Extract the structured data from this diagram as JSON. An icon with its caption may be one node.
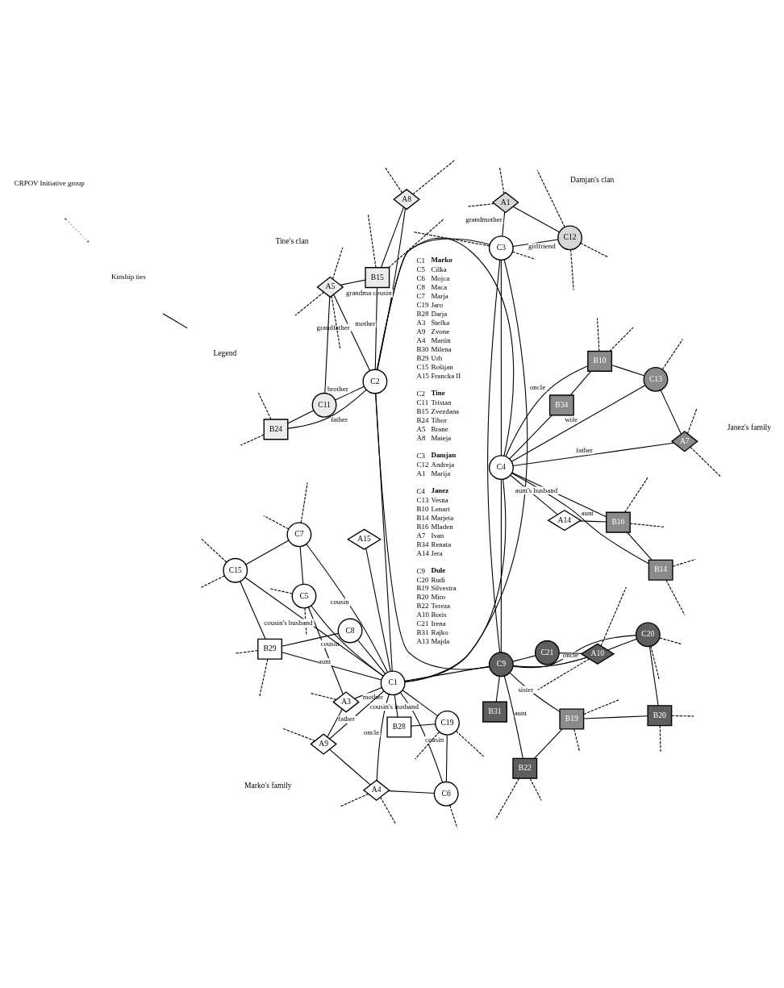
{
  "diagram": {
    "nodes": [
      {
        "text": [
          "A3"
        ]
      },
      {
        "text": [
          "A9"
        ]
      },
      {
        "text": [
          "A4"
        ]
      },
      {
        "text": [
          "C5"
        ]
      },
      {
        "text": [
          "C6"
        ]
      },
      {
        "text": [
          "C7"
        ]
      },
      {
        "text": [
          "C1"
        ]
      },
      {
        "text": [
          "C19"
        ]
      },
      {
        "text": [
          "C15"
        ]
      },
      {
        "text": [
          "B28"
        ]
      },
      {
        "text": [
          "B29"
        ]
      },
      {
        "text": [
          "A15"
        ]
      },
      {
        "text": [
          "C8"
        ]
      },
      {
        "text": [
          "A7"
        ]
      },
      {
        "text": [
          "B22"
        ]
      },
      {
        "text": [
          "C13"
        ]
      },
      {
        "text": [
          "C9"
        ]
      },
      {
        "text": [
          "C4"
        ]
      },
      {
        "text": [
          "B19"
        ]
      },
      {
        "text": [
          "B10"
        ]
      },
      {
        "text": [
          "B34"
        ]
      },
      {
        "text": [
          "B20"
        ]
      },
      {
        "text": [
          "C20"
        ]
      },
      {
        "text": [
          "B31"
        ]
      },
      {
        "text": [
          "B14"
        ]
      },
      {
        "text": [
          "A14"
        ]
      },
      {
        "text": [
          "B16"
        ]
      },
      {
        "text": [
          "A10"
        ]
      },
      {
        "text": [
          "C21"
        ]
      },
      {
        "text": [
          "C3"
        ]
      },
      {
        "text": [
          "C2"
        ]
      },
      {
        "text": [
          "A8"
        ]
      },
      {
        "text": [
          "C12"
        ]
      },
      {
        "text": [
          "B15"
        ]
      },
      {
        "text": [
          "A1"
        ]
      },
      {
        "text": [
          "A5"
        ]
      },
      {
        "text": [
          "B24"
        ]
      },
      {
        "text": [
          "C11"
        ]
      }
    ],
    "edges": [
      {
        "from": 3,
        "to": 0,
        "arrow": "none"
      },
      {
        "from": 0,
        "to": 1,
        "arrow": "none"
      },
      {
        "from": 1,
        "to": 2,
        "arrow": "none"
      },
      {
        "from": 2,
        "to": 4,
        "arrow": "none"
      },
      {
        "from": 4,
        "to": 7,
        "arrow": "none"
      },
      {
        "from": 7,
        "to": 9,
        "arrow": "none"
      },
      {
        "from": 3,
        "to": 5,
        "arrow": "none"
      },
      {
        "from": 5,
        "to": 8,
        "arrow": "none"
      },
      {
        "from": 8,
        "to": 10,
        "arrow": "none"
      },
      {
        "from": 10,
        "to": 12,
        "arrow": "none"
      },
      {
        "from": 6,
        "to": 0,
        "label": "mother",
        "arrow": "none"
      },
      {
        "from": 6,
        "to": 1,
        "label": "father",
        "arrow": "none"
      },
      {
        "from": 6,
        "to": 2,
        "label": "oncle",
        "arrow": "none"
      },
      {
        "from": 6,
        "to": 3,
        "label": "cousin",
        "arrow": "none"
      },
      {
        "from": 6,
        "to": 5,
        "label": "cousin",
        "arrow": "none"
      },
      {
        "from": 6,
        "to": 4,
        "label": "cousin",
        "arrow": "none"
      },
      {
        "from": 6,
        "to": 8,
        "label": "cousin's husband",
        "arrow": "none"
      },
      {
        "from": 6,
        "to": 7,
        "label": "cousin's husband",
        "arrow": "none"
      },
      {
        "from": 6,
        "to": 10,
        "label": "aunt",
        "arrow": "none"
      },
      {
        "from": 6,
        "to": 9,
        "arrow": "none"
      },
      {
        "from": 6,
        "to": 11,
        "arrow": "none"
      },
      {
        "from": 6,
        "to": 12,
        "arrow": "none"
      },
      {
        "from": 6,
        "to": 16,
        "arrow": "none"
      },
      {
        "from": 6,
        "to": 29,
        "arrow": "none"
      },
      {
        "from": 6,
        "to": 30,
        "arrow": "none"
      },
      {
        "from": 6,
        "to": 17,
        "arrow": "none"
      },
      {
        "from": 16,
        "to": 14,
        "label": "aunt",
        "arrow": "none"
      },
      {
        "from": 16,
        "to": 18,
        "label": "sister",
        "arrow": "none"
      },
      {
        "from": 16,
        "to": 22,
        "label": "oncle",
        "arrow": "none"
      },
      {
        "from": 16,
        "to": 27,
        "arrow": "none"
      },
      {
        "from": 16,
        "to": 28,
        "arrow": "none"
      },
      {
        "from": 16,
        "to": 23,
        "arrow": "none"
      },
      {
        "from": 16,
        "to": 29,
        "arrow": "none"
      },
      {
        "from": 16,
        "to": 17,
        "arrow": "none"
      },
      {
        "from": 16,
        "to": 30,
        "arrow": "none"
      },
      {
        "from": 14,
        "to": 18,
        "arrow": "none"
      },
      {
        "from": 18,
        "to": 21,
        "arrow": "none"
      },
      {
        "from": 21,
        "to": 22,
        "arrow": "none"
      },
      {
        "from": 22,
        "to": 27,
        "arrow": "none"
      },
      {
        "from": 27,
        "to": 28,
        "arrow": "none"
      },
      {
        "from": 17,
        "to": 13,
        "label": "father",
        "arrow": "none"
      },
      {
        "from": 17,
        "to": 15,
        "label": "wife",
        "arrow": "none"
      },
      {
        "from": 17,
        "to": 19,
        "label": "oncle",
        "arrow": "none"
      },
      {
        "from": 17,
        "to": 20,
        "arrow": "none"
      },
      {
        "from": 17,
        "to": 24,
        "label": "aunt",
        "arrow": "none"
      },
      {
        "from": 17,
        "to": 26,
        "label": "aunt's husband",
        "arrow": "none"
      },
      {
        "from": 17,
        "to": 25,
        "arrow": "none"
      },
      {
        "from": 17,
        "to": 30,
        "arrow": "none"
      },
      {
        "from": 17,
        "to": 29,
        "arrow": "none"
      },
      {
        "from": 13,
        "to": 15,
        "arrow": "none"
      },
      {
        "from": 15,
        "to": 19,
        "arrow": "none"
      },
      {
        "from": 19,
        "to": 20,
        "arrow": "none"
      },
      {
        "from": 25,
        "to": 26,
        "arrow": "none"
      },
      {
        "from": 26,
        "to": 24,
        "arrow": "none"
      },
      {
        "from": 29,
        "to": 32,
        "label": "girlfriend",
        "arrow": "none"
      },
      {
        "from": 29,
        "to": 34,
        "label": "grandmother",
        "arrow": "none"
      },
      {
        "from": 32,
        "to": 34,
        "arrow": "none"
      },
      {
        "from": 29,
        "to": 30,
        "arrow": "none"
      },
      {
        "from": 30,
        "to": 31,
        "label": "grandma cousin",
        "arrow": "none"
      },
      {
        "from": 30,
        "to": 33,
        "label": "mother",
        "arrow": "none"
      },
      {
        "from": 30,
        "to": 35,
        "label": "grandfather",
        "arrow": "none"
      },
      {
        "from": 30,
        "to": 37,
        "label": "brother",
        "arrow": "none"
      },
      {
        "from": 30,
        "to": 36,
        "label": "father",
        "arrow": "none"
      },
      {
        "from": 31,
        "to": 33,
        "arrow": "none"
      },
      {
        "from": 33,
        "to": 35,
        "arrow": "none"
      },
      {
        "from": 35,
        "to": 37,
        "arrow": "none"
      },
      {
        "from": 37,
        "to": 36,
        "arrow": "none"
      },
      {
        "from": 0,
        "to": null,
        "arrow": "none",
        "style": "dashed"
      },
      {
        "from": 1,
        "to": null,
        "arrow": "none",
        "style": "dashed"
      },
      {
        "from": 2,
        "to": null,
        "arrow": "none",
        "style": "dashed"
      },
      {
        "from": 2,
        "to": null,
        "arrow": "none",
        "style": "dashed"
      },
      {
        "from": 3,
        "to": null,
        "arrow": "none",
        "style": "dashed"
      },
      {
        "from": 3,
        "to": null,
        "arrow": "none",
        "style": "dashed"
      },
      {
        "from": 5,
        "to": null,
        "arrow": "none",
        "style": "dashed"
      },
      {
        "from": 5,
        "to": null,
        "arrow": "none",
        "style": "dashed"
      },
      {
        "from": 4,
        "to": null,
        "arrow": "none",
        "style": "dashed"
      },
      {
        "from": 7,
        "to": null,
        "arrow": "none",
        "style": "dashed"
      },
      {
        "from": 7,
        "to": null,
        "arrow": "none",
        "style": "dashed"
      },
      {
        "from": 8,
        "to": null,
        "arrow": "none",
        "style": "dashed"
      },
      {
        "from": 8,
        "to": null,
        "arrow": "none",
        "style": "dashed"
      },
      {
        "from": 10,
        "to": null,
        "arrow": "none",
        "style": "dashed"
      },
      {
        "from": 10,
        "to": null,
        "arrow": "none",
        "style": "dashed"
      },
      {
        "from": 13,
        "to": null,
        "arrow": "none",
        "style": "dashed"
      },
      {
        "from": 13,
        "to": null,
        "arrow": "none",
        "style": "dashed"
      },
      {
        "from": 15,
        "to": null,
        "arrow": "none",
        "style": "dashed"
      },
      {
        "from": 14,
        "to": null,
        "arrow": "none",
        "style": "dashed"
      },
      {
        "from": 14,
        "to": null,
        "arrow": "none",
        "style": "dashed"
      },
      {
        "from": 18,
        "to": null,
        "arrow": "none",
        "style": "dashed"
      },
      {
        "from": 18,
        "to": null,
        "arrow": "none",
        "style": "dashed"
      },
      {
        "from": 21,
        "to": null,
        "arrow": "none",
        "style": "dashed"
      },
      {
        "from": 21,
        "to": null,
        "arrow": "none",
        "style": "dashed"
      },
      {
        "from": 22,
        "to": null,
        "arrow": "none",
        "style": "dashed"
      },
      {
        "from": 22,
        "to": null,
        "arrow": "none",
        "style": "dashed"
      },
      {
        "from": 19,
        "to": null,
        "arrow": "none",
        "style": "dashed"
      },
      {
        "from": 19,
        "to": null,
        "arrow": "none",
        "style": "dashed"
      },
      {
        "from": 24,
        "to": null,
        "arrow": "none",
        "style": "dashed"
      },
      {
        "from": 24,
        "to": null,
        "arrow": "none",
        "style": "dashed"
      },
      {
        "from": 26,
        "to": null,
        "arrow": "none",
        "style": "dashed"
      },
      {
        "from": 26,
        "to": null,
        "arrow": "none",
        "style": "dashed"
      },
      {
        "from": 27,
        "to": null,
        "arrow": "none",
        "style": "dashed"
      },
      {
        "from": 27,
        "to": null,
        "arrow": "none",
        "style": "dashed"
      },
      {
        "from": 32,
        "to": null,
        "arrow": "none",
        "style": "dashed"
      },
      {
        "from": 32,
        "to": null,
        "arrow": "none",
        "style": "dashed"
      },
      {
        "from": 32,
        "to": null,
        "arrow": "none",
        "style": "dashed"
      },
      {
        "from": 34,
        "to": null,
        "arrow": "none",
        "style": "dashed"
      },
      {
        "from": 34,
        "to": null,
        "arrow": "none",
        "style": "dashed"
      },
      {
        "from": 29,
        "to": null,
        "arrow": "none",
        "style": "dashed"
      },
      {
        "from": 29,
        "to": null,
        "arrow": "none",
        "style": "dashed"
      },
      {
        "from": 31,
        "to": null,
        "arrow": "none",
        "style": "dashed"
      },
      {
        "from": 31,
        "to": null,
        "arrow": "none",
        "style": "dashed"
      },
      {
        "from": 33,
        "to": null,
        "arrow": "none",
        "style": "dashed"
      },
      {
        "from": 33,
        "to": null,
        "arrow": "none",
        "style": "dashed"
      },
      {
        "from": 35,
        "to": null,
        "arrow": "none",
        "style": "dashed"
      },
      {
        "from": 35,
        "to": null,
        "arrow": "none",
        "style": "dashed"
      },
      {
        "from": 35,
        "to": null,
        "arrow": "none",
        "style": "dashed"
      },
      {
        "from": 36,
        "to": null,
        "arrow": "none",
        "style": "dashed"
      },
      {
        "from": 36,
        "to": null,
        "arrow": "none",
        "style": "dashed"
      }
    ],
    "labels": [
      "Marko's family",
      "Janez's family",
      "Damjan's clan",
      "Tine's clan",
      "Legend",
      "C1",
      "Marko",
      "C5",
      "Cilka",
      "C6",
      "Mojca",
      "C8",
      "Maca",
      "C7",
      "Marja",
      "C19",
      "Jaro",
      "B28",
      "Darja",
      "A3",
      "Štefka",
      "A9",
      "Zvone",
      "A4",
      "Martin",
      "B30",
      "Milena",
      "B29",
      "Urh",
      "C15",
      "Boštjan",
      "A15",
      "Francka II",
      "C2",
      "Tine",
      "C11",
      "Tristan",
      "B15",
      "Zvezdana",
      "B24",
      "Tibor",
      "A5",
      "Brane",
      "A8",
      "Mateja",
      "C3",
      "Damjan",
      "C12",
      "Andreja",
      "A1",
      "Marija",
      "C4",
      "Janez",
      "C13",
      "Vesna",
      "B10",
      "Lenart",
      "B14",
      "Marjeta",
      "B16",
      "Mladen",
      "A7",
      "Ivan",
      "B34",
      "Renata",
      "A14",
      "Jera",
      "C9",
      "Dule",
      "C20",
      "Rudi",
      "B19",
      "Silvestra",
      "B20",
      "Miro",
      "B22",
      "Tereza",
      "A10",
      "Boris",
      "C21",
      "Irena",
      "B31",
      "Rajko",
      "A13",
      "Majda"
    ],
    "legend": [
      {
        "text": "Kinship ties"
      },
      {
        "text": "CRPOV Initiative group"
      }
    ]
  }
}
